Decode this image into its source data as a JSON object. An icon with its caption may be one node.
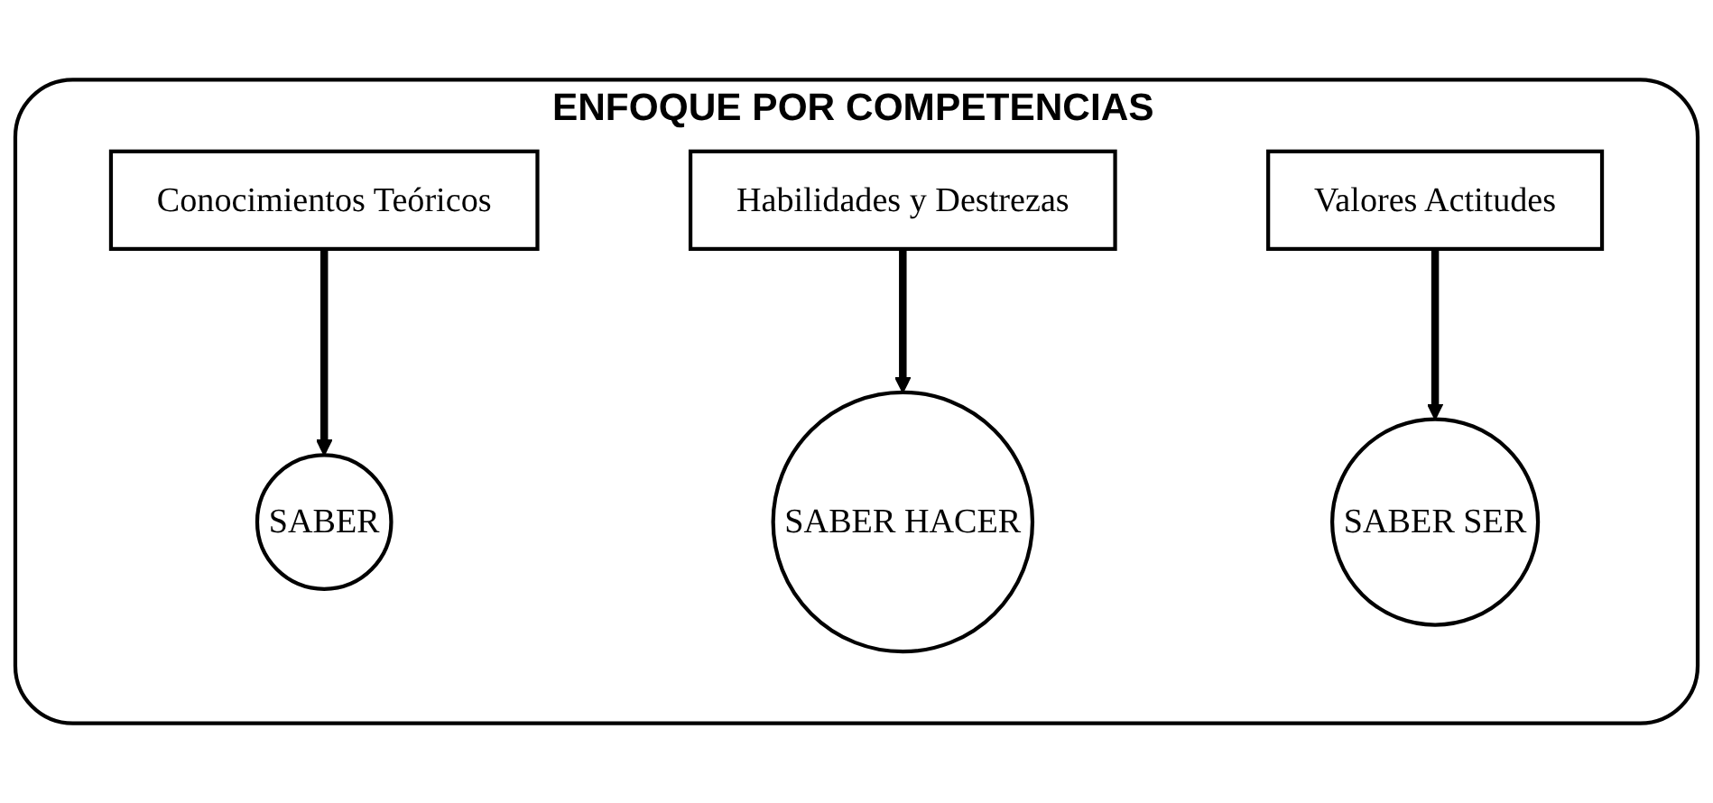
{
  "diagram": {
    "nodes": [
      {
        "text": [
          "ENFOQUE POR COMPETENCIAS"
        ]
      },
      {
        "text": [
          "Conocimientos Teóricos"
        ],
        "in": 0
      },
      {
        "text": [
          "Habilidades y Destrezas"
        ],
        "in": 0
      },
      {
        "text": [
          "Valores Actitudes"
        ],
        "in": 0
      },
      {
        "text": [
          "SABER"
        ],
        "in": 0
      },
      {
        "text": [
          "SABER HACER"
        ],
        "in": 0
      },
      {
        "text": [
          "SABER SER"
        ],
        "in": 0
      }
    ],
    "edges": [
      {
        "from": 1,
        "to": 4,
        "arrow": "to"
      },
      {
        "from": 2,
        "to": 5,
        "arrow": "to"
      },
      {
        "from": 3,
        "to": 6,
        "arrow": "to"
      }
    ]
  }
}
